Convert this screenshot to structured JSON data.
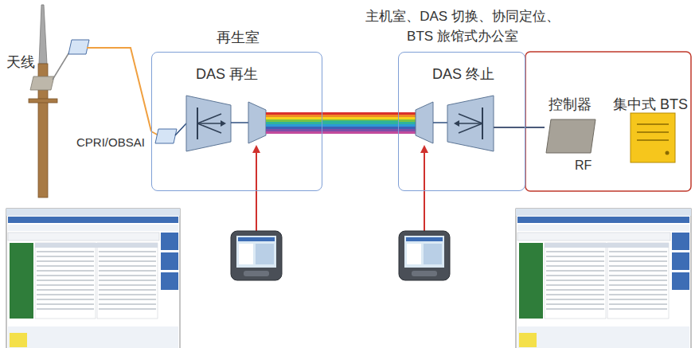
{
  "diagram": {
    "nodes": [
      {
        "text": [
          "天线"
        ]
      },
      {
        "text": [
          "再生室",
          "DAS 再生"
        ]
      },
      {
        "text": [
          "主机室、DAS 切换、协同定位、 BTS 旅馆式办公室",
          "DAS 终止"
        ]
      },
      {
        "text": [
          "控制器"
        ]
      },
      {
        "text": [
          "集中式 BTS"
        ]
      }
    ],
    "edges": [
      {
        "from": 0,
        "to": 1,
        "arrow": "none"
      },
      {
        "from": 1,
        "to": 2,
        "arrow": "none"
      },
      {
        "from": 3,
        "to": 2,
        "arrow": "none"
      }
    ],
    "labels": [
      "CPRI/OBSAI",
      "RF"
    ]
  }
}
